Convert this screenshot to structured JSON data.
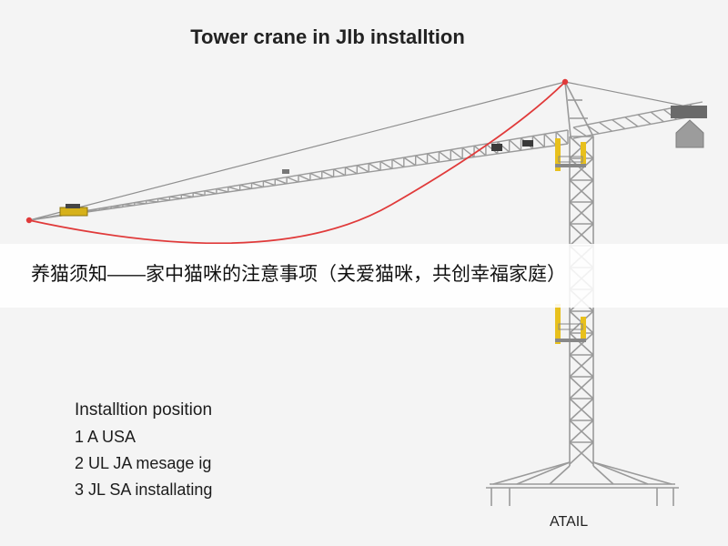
{
  "diagram": {
    "title": "Tower crane in Jlb installtion",
    "banner_text": "养猫须知——家中猫咪的注意事项（关爱猫咪，共创幸福家庭）",
    "legend": {
      "heading": "Installtion position",
      "items": [
        "1 A USA",
        "2 UL JA mesage ig",
        "3 JL SA installating"
      ]
    },
    "base_label": "ATAIL",
    "colors": {
      "steel": "#9a9a9a",
      "cable": "#e03a3a",
      "accent": "#e8c01c",
      "background": "#f4f4f4"
    }
  }
}
